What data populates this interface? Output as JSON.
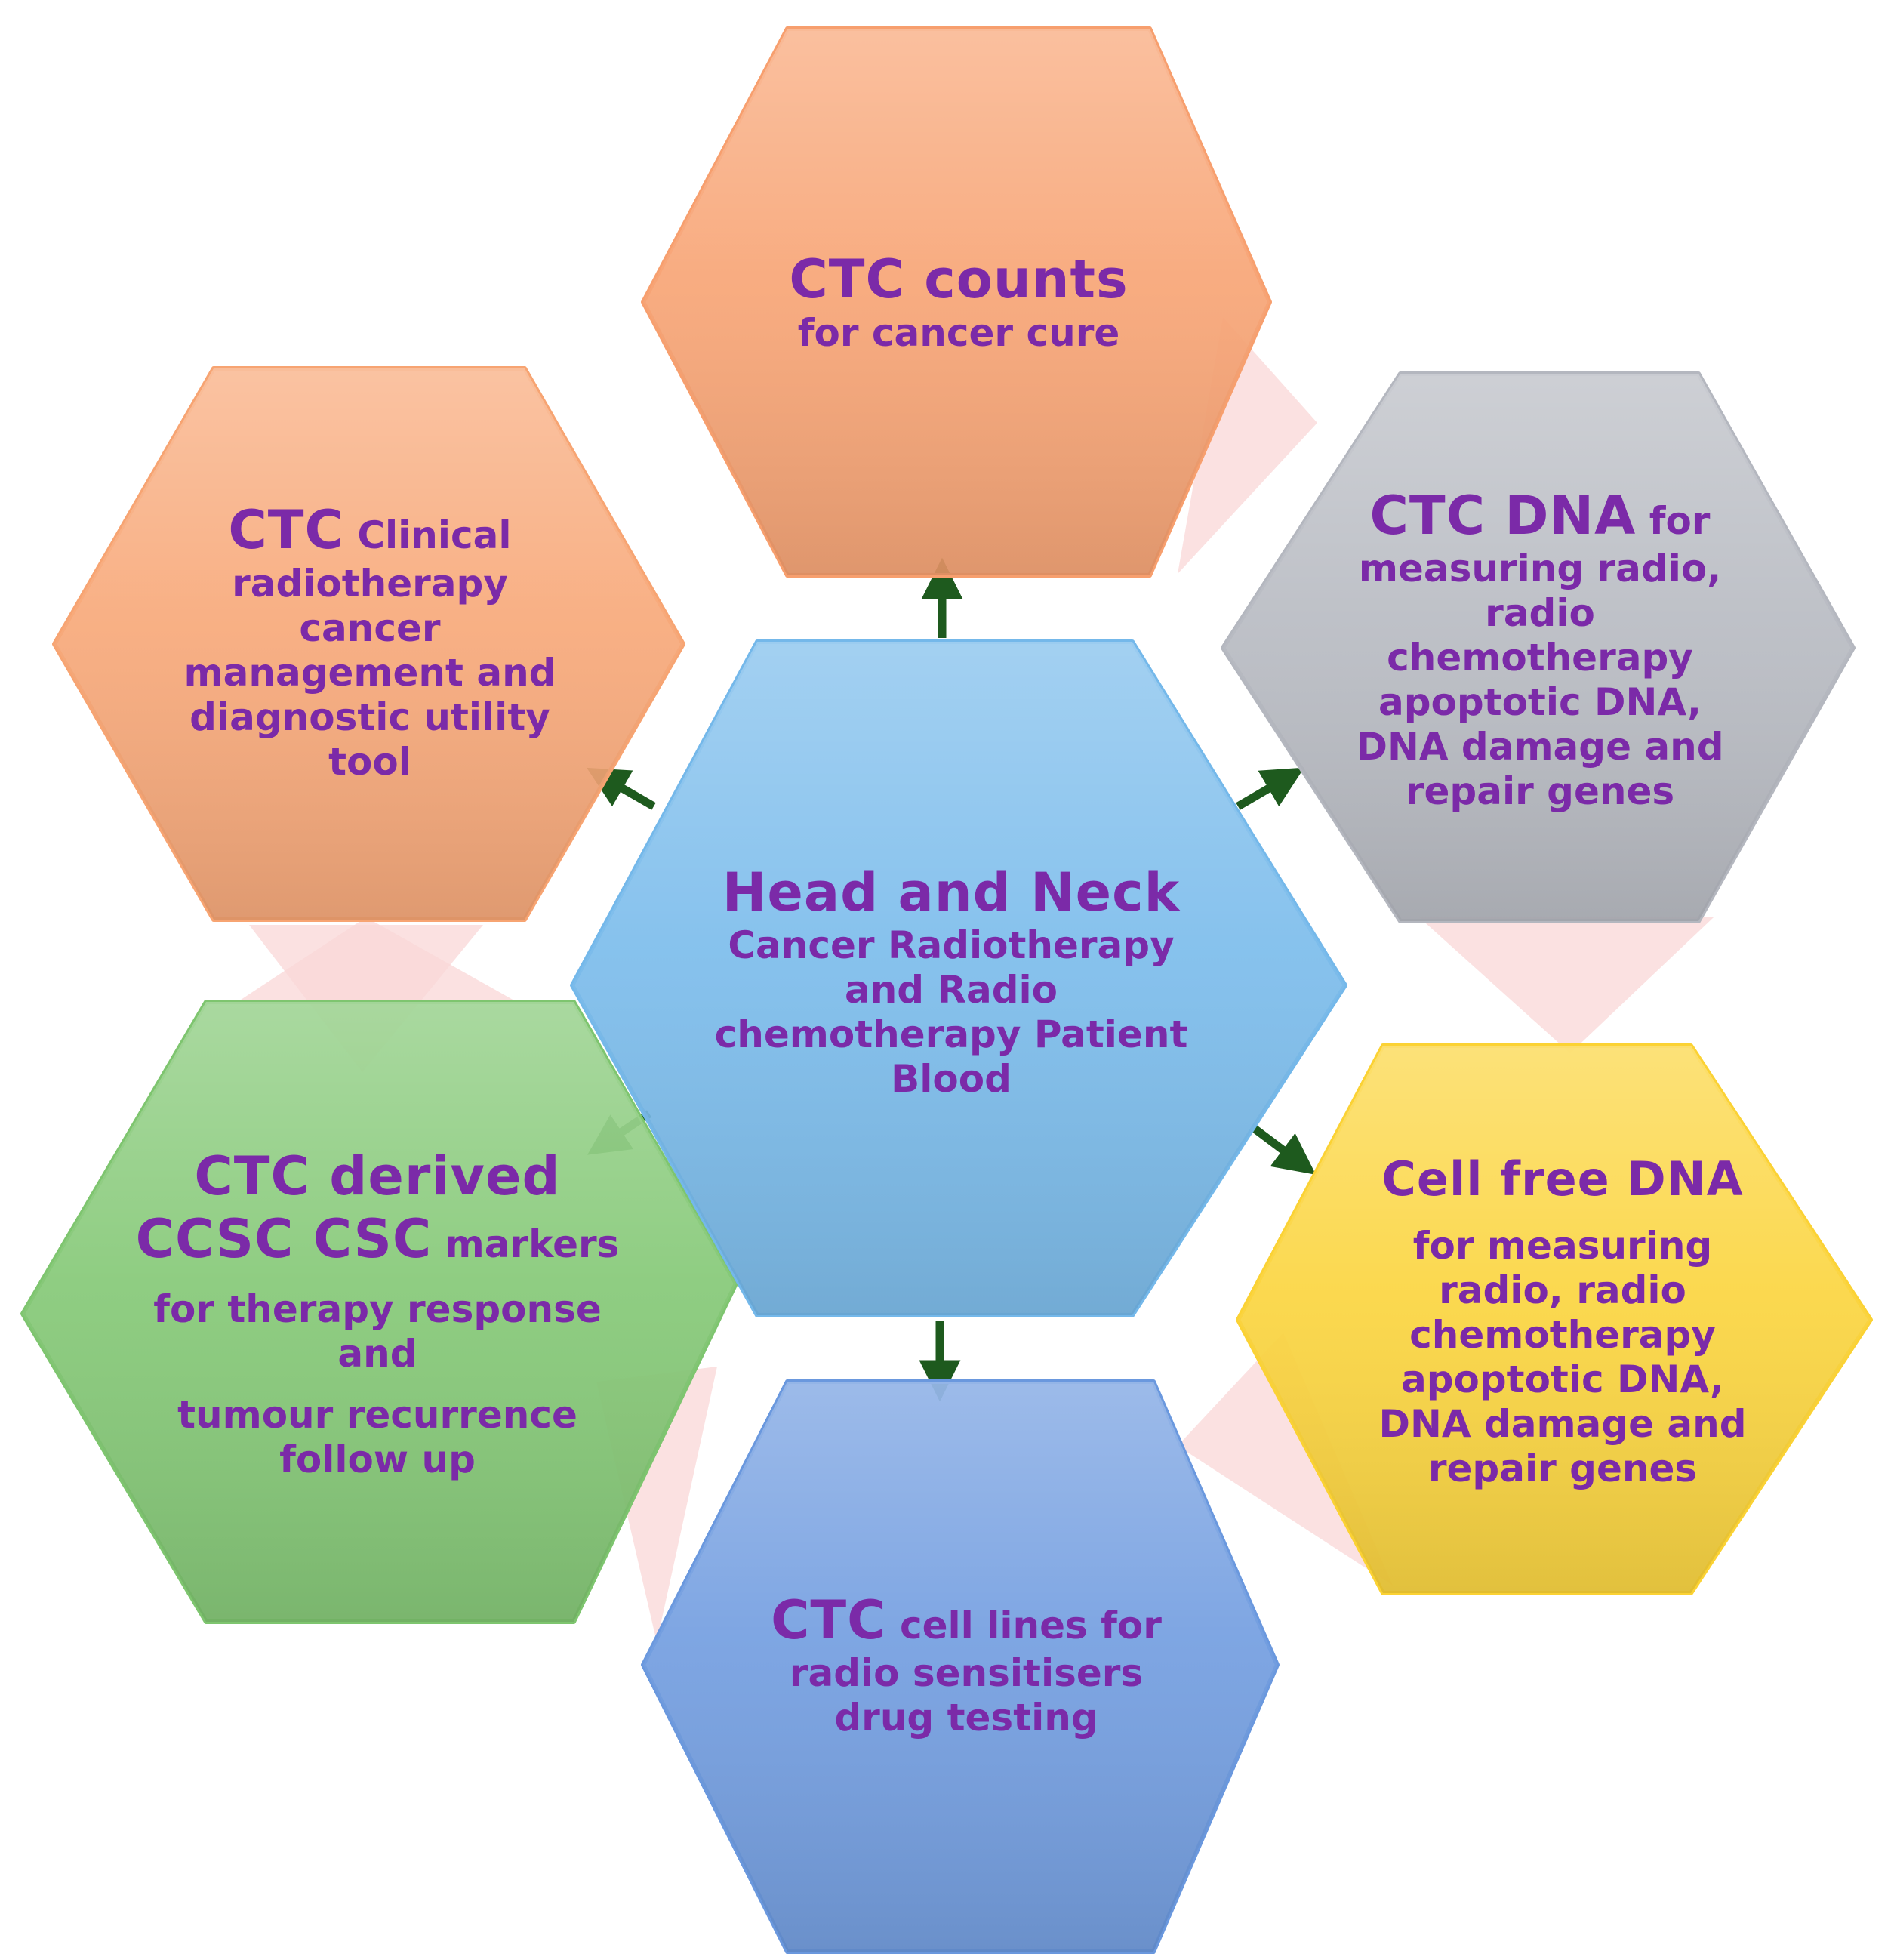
{
  "colors": {
    "text": "#7b2aa8",
    "arrow": "#1e5a1e",
    "connector": "#f9d7d7",
    "center": "#74b8ea",
    "top": "#f79f6e",
    "upper_left": "#f7a472",
    "upper_right": "#b4b7bf",
    "lower_left": "#7ec56f",
    "lower_right": "#fbd234",
    "bottom": "#6a98de"
  },
  "center": {
    "title": "Head and Neck",
    "lines": [
      "Cancer Radiotherapy",
      "and Radio",
      "chemotherapy Patient",
      "Blood"
    ]
  },
  "top": {
    "title": "CTC counts",
    "lines": [
      "for cancer cure"
    ]
  },
  "upper_left": {
    "title": "CTC",
    "first_line_rest": " Clinical",
    "lines": [
      "radiotherapy",
      "cancer",
      "management and",
      "diagnostic utility",
      "tool"
    ]
  },
  "upper_right": {
    "title": "CTC DNA",
    "first_line_rest": " for",
    "lines": [
      "measuring radio,",
      "radio",
      "chemotherapy",
      "apoptotic DNA,",
      "DNA damage and",
      "repair genes"
    ]
  },
  "lower_left": {
    "title": "CTC derived",
    "title2": "CCSC CSC",
    "title2_rest": " markers",
    "lines_a": [
      "for therapy response",
      "and"
    ],
    "lines_b": [
      "tumour recurrence",
      "follow up"
    ]
  },
  "lower_right": {
    "title": "Cell free DNA",
    "lines": [
      "for measuring",
      "radio, radio",
      "chemotherapy",
      "apoptotic DNA,",
      "DNA damage and",
      "repair genes"
    ]
  },
  "bottom": {
    "title": "CTC",
    "first_line_rest": " cell lines for",
    "lines": [
      "radio sensitisers",
      "drug testing"
    ]
  }
}
